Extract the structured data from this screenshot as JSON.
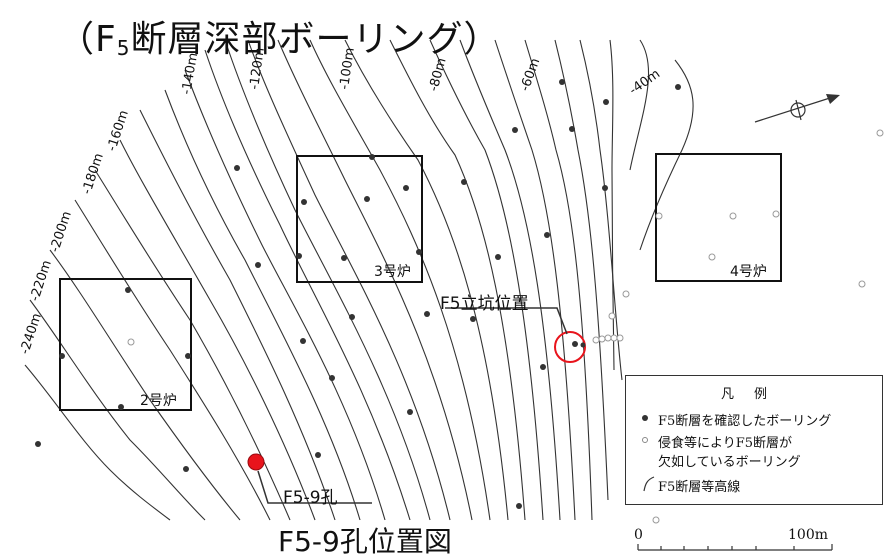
{
  "title": {
    "prefix": "（F",
    "sub": "5",
    "suffix": "断層深部ボーリング）"
  },
  "caption": "F5-9孔位置図",
  "reactors": [
    "2号炉",
    "3号炉",
    "4号炉"
  ],
  "shaft_label": "F5立坑位置",
  "hole_label": "F5-9孔",
  "contours": [
    "-240m",
    "-220m",
    "-200m",
    "-180m",
    "-160m",
    "-140m",
    "-120m",
    "-100m",
    "-80m",
    "-60m",
    "-40m"
  ],
  "legend": {
    "title": "凡例",
    "confirmed": "F5断層を確認したボーリング",
    "absent_line1": "侵食等によりF5断層が",
    "absent_line2": "欠如しているボーリング",
    "contour": "F5断層等高線"
  },
  "scale": {
    "zero": "0",
    "max": "100m"
  },
  "colors": {
    "highlight": "#e8141c",
    "line": "#333333"
  }
}
